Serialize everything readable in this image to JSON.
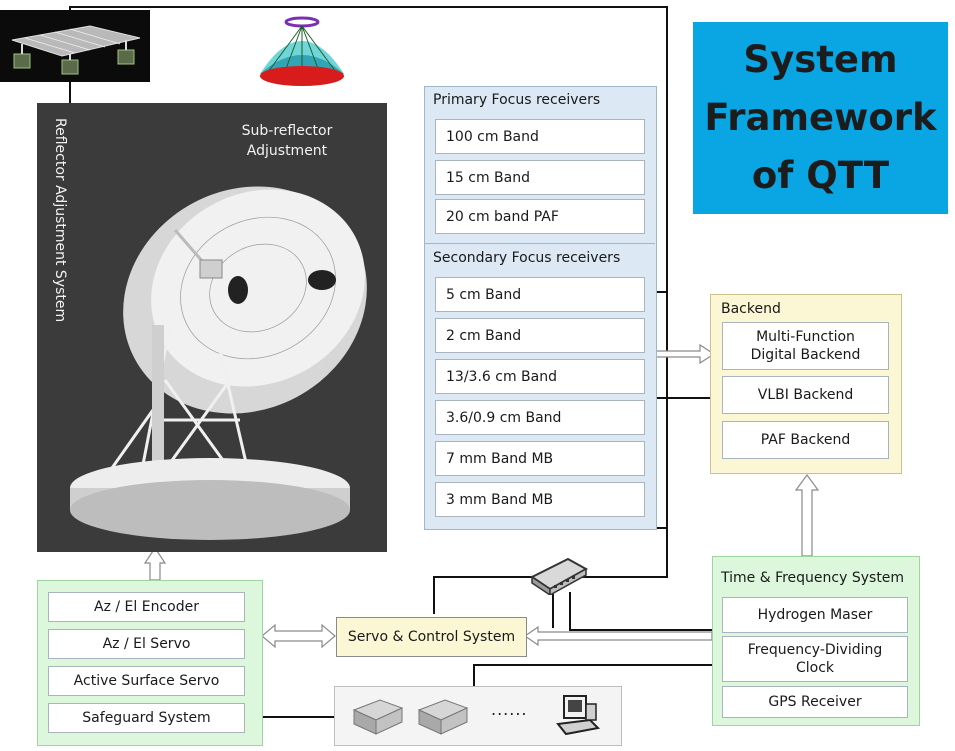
{
  "title": "System\nFramework\nof QTT",
  "reflector_label": "Reflector Adjustment System",
  "subreflector_label": "Sub-reflector\nAdjustment",
  "primary": {
    "title": "Primary Focus receivers",
    "items": [
      "100 cm Band",
      "15 cm Band",
      "20 cm band PAF"
    ]
  },
  "secondary": {
    "title": "Secondary Focus receivers",
    "items": [
      "5 cm Band",
      "2 cm Band",
      "13/3.6 cm Band",
      "3.6/0.9 cm Band",
      "7 mm Band MB",
      "3 mm Band MB"
    ]
  },
  "backend": {
    "title": "Backend",
    "items": [
      "Multi-Function\nDigital Backend",
      "VLBI Backend",
      "PAF Backend"
    ]
  },
  "time_freq": {
    "title": "Time & Frequency System",
    "items": [
      "Hydrogen Maser",
      "Frequency-Dividing\nClock",
      "GPS Receiver"
    ]
  },
  "servo_control": "Servo & Control System",
  "control_items": [
    "Az / El Encoder",
    "Az / El Servo",
    "Active Surface Servo",
    "Safeguard System"
  ],
  "ellipsis": "......",
  "colors": {
    "title_bg": "#0aa6e3",
    "receiver_panel": "#dce8f4",
    "backend_panel": "#fbf7d5",
    "green_panel": "#ddf7dd",
    "dark_panel": "#3b3b3b"
  },
  "icons": [
    "reflector-actuator-icon",
    "subreflector-icon",
    "telescope-icon",
    "network-switch-icon",
    "server-icon",
    "computer-icon"
  ]
}
